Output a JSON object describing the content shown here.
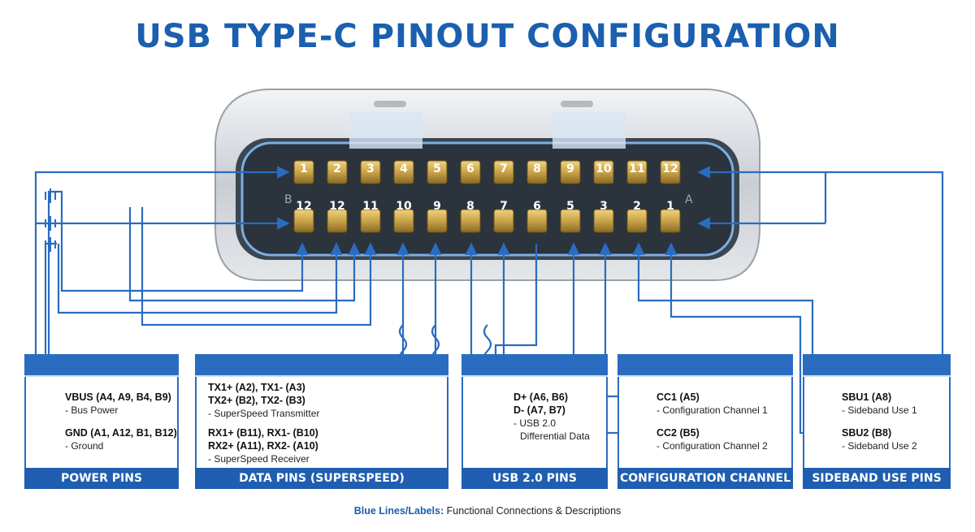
{
  "title": "USB TYPE-C PINOUT CONFIGURATION",
  "connector": {
    "top_row_numbers": [
      "1",
      "2",
      "3",
      "4",
      "5",
      "6",
      "7",
      "8",
      "9",
      "10",
      "11",
      "12"
    ],
    "bottom_row_numbers": [
      "12",
      "12",
      "11",
      "10",
      "9",
      "8",
      "7",
      "6",
      "5",
      "3",
      "2",
      "1"
    ],
    "side_left": "B",
    "side_right": "A"
  },
  "panels": {
    "power": {
      "footer": "POWER PINS",
      "vbus": "VBUS (A4, A9, B4, B9)",
      "vbus_desc": "- Bus Power",
      "gnd": "GND (A1, A12, B1, B12)",
      "gnd_desc": "- Ground"
    },
    "data": {
      "footer": "DATA PINS (SUPERSPEED)",
      "tx1": "TX1+ (A2), TX1- (A3)",
      "tx2": "TX2+ (B2), TX2- (B3)",
      "tx_desc": "- SuperSpeed Transmitter",
      "rx1": "RX1+ (B11), RX1- (B10)",
      "rx2": "RX2+ (A11), RX2- (A10)",
      "rx_desc": "- SuperSpeed Receiver"
    },
    "usb2": {
      "footer": "USB 2.0 PINS",
      "dplus": "D+ (A6, B6)",
      "dminus": "D- (A7, B7)",
      "desc1": "- USB 2.0",
      "desc2": "Differential Data"
    },
    "cc": {
      "footer": "CONFIGURATION CHANNEL PINS",
      "cc1": "CC1 (A5)",
      "cc1_desc": "- Configuration Channel 1",
      "cc2": "CC2 (B5)",
      "cc2_desc": "- Configuration Channel 2"
    },
    "sbu": {
      "footer": "SIDEBAND USE PINS",
      "sbu1": "SBU1 (A8)",
      "sbu1_desc": "- Sideband Use 1",
      "sbu2": "SBU2 (B8)",
      "sbu2_desc": "- Sideband Use 2"
    }
  },
  "legend": {
    "key": "Blue Lines/Labels:",
    "text": " Functional Connections & Descriptions"
  },
  "colors": {
    "title": "#1b5fae",
    "wire": "#2a6cc0",
    "panel_footer": "#1f5eb0",
    "pin_gold": "#c9a34a"
  }
}
